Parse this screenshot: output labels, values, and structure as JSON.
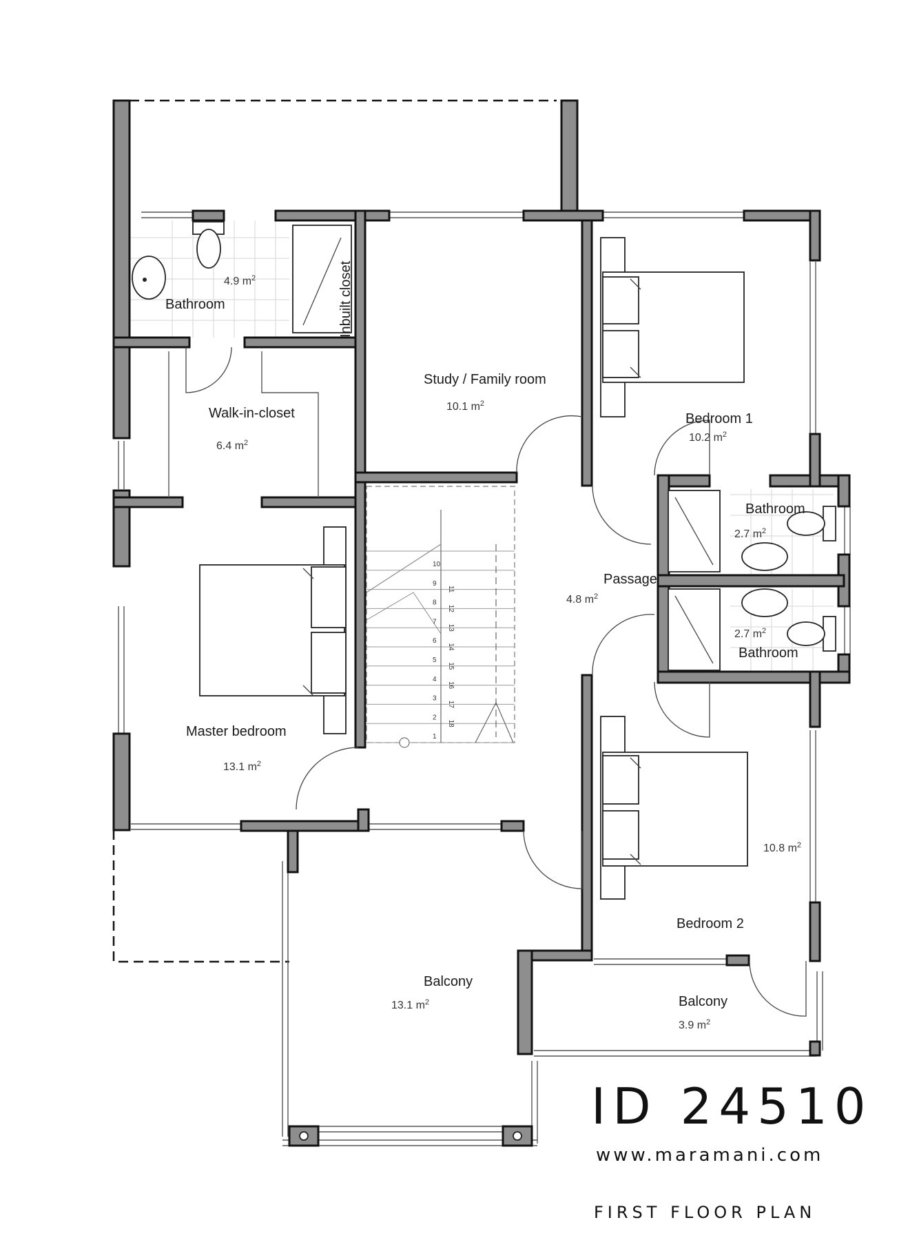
{
  "title": {
    "id": "ID 24510",
    "website": "www.maramani.com",
    "plan_name": "FIRST FLOOR PLAN"
  },
  "rooms": [
    {
      "key": "bathroom_main",
      "name": "Bathroom",
      "area": "4.9 m",
      "sup": "2"
    },
    {
      "key": "inbuilt_closet",
      "name": "Inbuilt closet"
    },
    {
      "key": "study",
      "name": "Study / Family room",
      "area": "10.1 m",
      "sup": "2"
    },
    {
      "key": "bedroom1",
      "name": "Bedroom 1",
      "area": "10.2 m",
      "sup": "2"
    },
    {
      "key": "walk_in_closet",
      "name": "Walk-in-closet",
      "area": "6.4 m",
      "sup": "2"
    },
    {
      "key": "bath2",
      "name": "Bathroom",
      "area": "2.7 m",
      "sup": "2"
    },
    {
      "key": "passage",
      "name": "Passage",
      "area": "4.8 m",
      "sup": "2"
    },
    {
      "key": "bath3",
      "name": "Bathroom",
      "area": "2.7 m",
      "sup": "2"
    },
    {
      "key": "master_bedroom",
      "name": "Master bedroom",
      "area": "13.1 m",
      "sup": "2"
    },
    {
      "key": "bedroom2",
      "name": "Bedroom 2",
      "area": "10.8 m",
      "sup": "2"
    },
    {
      "key": "balcony_main",
      "name": "Balcony",
      "area": "13.1 m",
      "sup": "2"
    },
    {
      "key": "balcony_small",
      "name": "Balcony",
      "area": "3.9 m",
      "sup": "2"
    }
  ],
  "stairs": {
    "left_steps": [
      "10",
      "9",
      "8",
      "7",
      "6",
      "5",
      "4",
      "3",
      "2",
      "1"
    ],
    "right_steps": [
      "11",
      "12",
      "13",
      "14",
      "15",
      "16",
      "17",
      "18"
    ]
  },
  "colors": {
    "wall_fill": "#8e8e8e",
    "line": "#111111",
    "background": "#ffffff"
  }
}
